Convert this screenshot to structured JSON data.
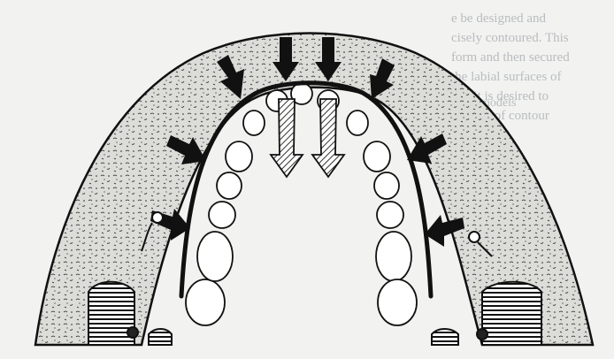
{
  "figure": {
    "subject": "mandibular dental arch with archwire",
    "colors": {
      "background": "#f2f2f0",
      "stipple_fill": "#dcdcd8",
      "ink": "#111111",
      "arrow_hatch": "#444444",
      "tooth_fill": "#ffffff"
    },
    "icons": [
      "push-arrow-icon",
      "hatched-arrow-icon",
      "anchor-screw-icon"
    ]
  },
  "bleed_through_text": {
    "lines": [
      "e be designed and",
      "cisely contoured. This",
      "form and then secured",
      "the labial surfaces of",
      "uch it is desired to",
      "othness of contour"
    ],
    "caption_fragment": "to the models"
  }
}
